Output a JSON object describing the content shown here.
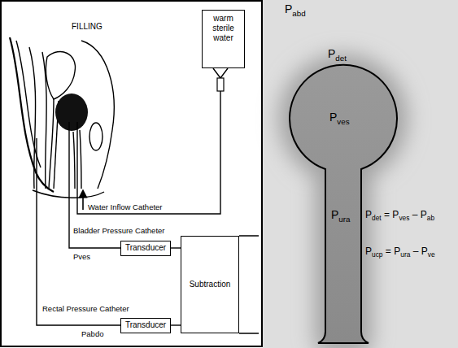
{
  "diagram": {
    "nodes": [
      {
        "text": [
          "warm sterile water"
        ]
      },
      {
        "text": [
          "Transducer"
        ]
      },
      {
        "text": [
          "Transducer"
        ]
      },
      {
        "text": [
          "Subtraction"
        ]
      },
      {
        "text": [
          "Pdet",
          "Pves",
          "Pura"
        ]
      }
    ],
    "edges": [
      {
        "from": 1,
        "to": 3,
        "arrow": "none"
      },
      {
        "from": 2,
        "to": 3,
        "arrow": "none"
      }
    ],
    "labels": [
      "FILLING",
      "Water Inflow Catheter",
      "Bladder Pressure Catheter",
      "Pves",
      "Rectal Pressure Catheter",
      "Pabdo",
      "Pabd",
      "Pdet = Pves – Pab",
      "Pucp = Pura – Pve"
    ]
  }
}
